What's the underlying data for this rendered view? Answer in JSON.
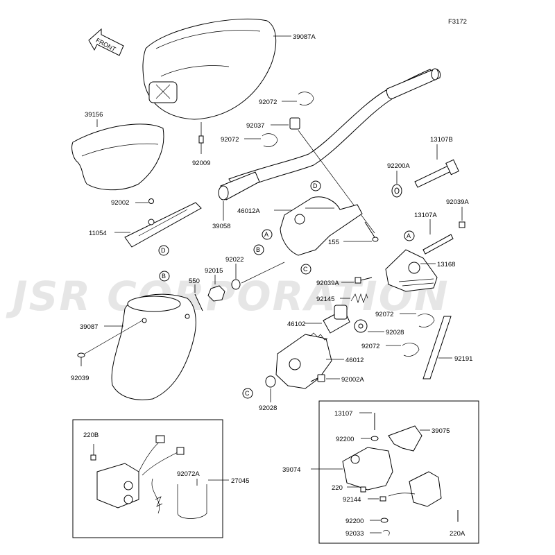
{
  "figure_code": "F3172",
  "watermark": "JSR CORPORATION",
  "front_arrow_label": "FRONT",
  "callouts": {
    "p39087A": "39087A",
    "p39156": "39156",
    "p92009": "92009",
    "p92072a": "92072",
    "p92037": "92037",
    "p92072b": "92072",
    "p13107B": "13107B",
    "p92200A": "92200A",
    "p92002": "92002",
    "p11054": "11054",
    "p39058": "39058",
    "p46012A": "46012A",
    "p92039A_top": "92039A",
    "p13107A": "13107A",
    "p155": "155",
    "p13168": "13168",
    "p92022": "92022",
    "p92015": "92015",
    "p550": "550",
    "p92039A_mid": "92039A",
    "p92145": "92145",
    "p39087": "39087",
    "p92072c": "92072",
    "p46102": "46102",
    "p92028a": "92028",
    "p92072d": "92072",
    "p46012": "46012",
    "p92191": "92191",
    "p92039": "92039",
    "p92002A": "92002A",
    "p92028b": "92028",
    "p220B": "220B",
    "p92072A": "92072A",
    "p27045": "27045",
    "p13107": "13107",
    "p39075": "39075",
    "p92200a": "92200",
    "p39074": "39074",
    "p220": "220",
    "p92144": "92144",
    "p92200b": "92200",
    "p92033": "92033",
    "p220A": "220A"
  },
  "reference_marks": {
    "D1": "D",
    "D2": "D",
    "A1": "A",
    "A2": "A",
    "B1": "B",
    "B2": "B",
    "C1": "C",
    "C2": "C"
  }
}
